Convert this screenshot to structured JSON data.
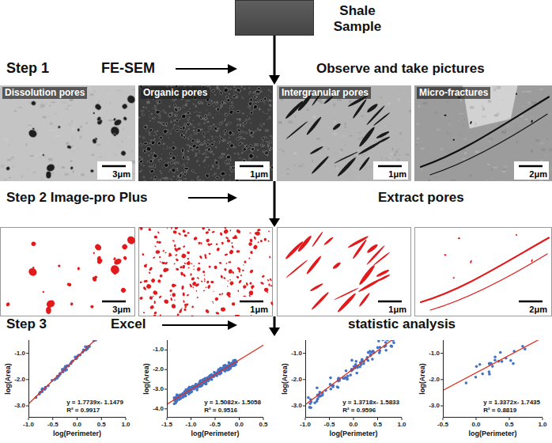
{
  "diagram": {
    "nodes": [
      {
        "text": [
          "Shale Sample"
        ]
      },
      {
        "text": [
          "Dissolution pores",
          "3μm"
        ]
      },
      {
        "text": [
          "Organic pores",
          "1μm"
        ]
      },
      {
        "text": [
          "Intergranular pores",
          "1μm"
        ]
      },
      {
        "text": [
          "Micro-fractures",
          "2μm"
        ]
      },
      {
        "text": [
          "3μm"
        ]
      },
      {
        "text": [
          "1μm"
        ]
      },
      {
        "text": [
          "1μm"
        ]
      },
      {
        "text": [
          "2μm"
        ]
      },
      {
        "text": [
          "y = 1.7739x- 1.1479",
          "R² = 0.9917"
        ]
      },
      {
        "text": [
          "y = 1.5082x- 1.5058",
          "R² = 0.9516"
        ]
      },
      {
        "text": [
          "y = 1.3718x- 1.5833",
          "R² = 0.9596"
        ]
      },
      {
        "text": [
          "y = 1.3372x- 1.7435",
          "R² = 0.8819"
        ]
      }
    ],
    "labels": [
      "Step 1",
      "FE-SEM",
      "Observe and take pictures",
      "Step 2 Image-pro Plus",
      "Extract pores",
      "Step 3",
      "Excel",
      "statistic analysis",
      "-1.0",
      "-0.5",
      "0.0",
      "0.5",
      "1.0",
      "-1.0",
      "-2.0",
      "-3.0",
      "log(Perimeter)",
      "log(Area)",
      "-1.5",
      "-1.0",
      "-0.5",
      "0.0",
      "0.5",
      "-1.0",
      "-2.0",
      "-3.0",
      "-4.0",
      "log(Perimeter)",
      "log(Area)",
      "-1.0",
      "-0.5",
      "0.0",
      "0.5",
      "1.0",
      "-1.0",
      "-2.0",
      "-3.0",
      "log(Perimeter)",
      "log(Area)",
      "-0.5",
      "0.0",
      "0.5",
      "1.0",
      "-1.0",
      "-2.0",
      "-3.0",
      "log(Perimeter)",
      "log(Area)"
    ]
  }
}
